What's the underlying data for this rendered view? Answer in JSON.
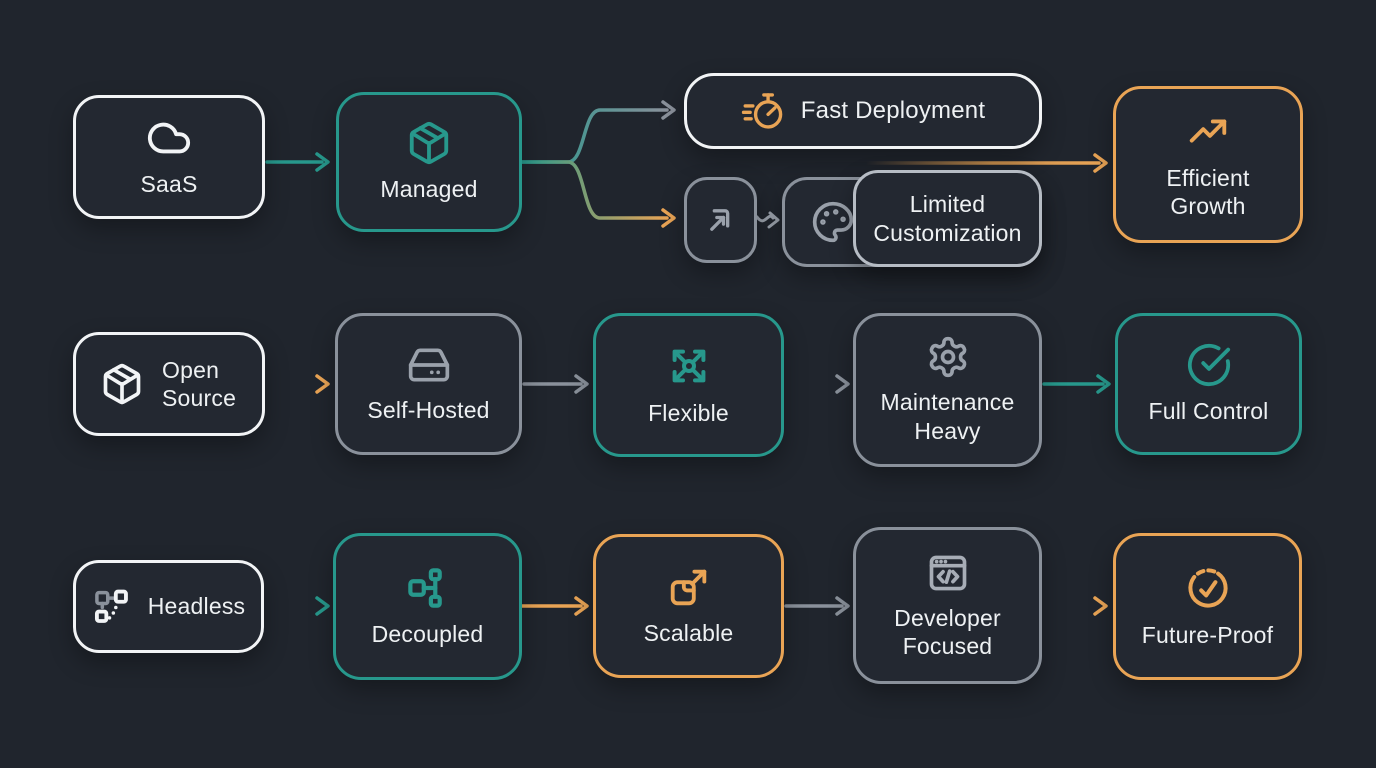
{
  "colors": {
    "background": "#20252d",
    "teal": "#27988c",
    "orange": "#e9a455",
    "gray": "#8a919b",
    "white": "#f2f4f6",
    "text": "#eef1f3"
  },
  "nodes": {
    "saas": {
      "label": "SaaS",
      "icon": "cloud-icon",
      "border": "white"
    },
    "managed": {
      "label": "Managed",
      "icon": "package-icon",
      "border": "teal"
    },
    "fast_deployment": {
      "label": "Fast Deployment",
      "icon": "stopwatch-icon",
      "border": "white"
    },
    "redirect": {
      "label": "",
      "icon": "arrow-merge-icon",
      "border": "gray"
    },
    "limited_customization": {
      "label": "Limited Customization",
      "icon": "palette-icon",
      "border": "gray"
    },
    "efficient_growth": {
      "label": "Efficient Growth",
      "icon": "trending-up-icon",
      "border": "orange"
    },
    "open_source": {
      "label": "Open Source",
      "icon": "package-icon",
      "border": "white"
    },
    "self_hosted": {
      "label": "Self-Hosted",
      "icon": "hard-drive-icon",
      "border": "gray"
    },
    "flexible": {
      "label": "Flexible",
      "icon": "expand-arrows-icon",
      "border": "teal"
    },
    "maintenance_heavy": {
      "label": "Maintenance Heavy",
      "icon": "gear-icon",
      "border": "gray"
    },
    "full_control": {
      "label": "Full Control",
      "icon": "check-circle-icon",
      "border": "teal"
    },
    "headless": {
      "label": "Headless",
      "icon": "disconnected-nodes-icon",
      "border": "white"
    },
    "decoupled": {
      "label": "Decoupled",
      "icon": "branch-nodes-icon",
      "border": "teal"
    },
    "scalable": {
      "label": "Scalable",
      "icon": "scale-up-icon",
      "border": "orange"
    },
    "developer_focused": {
      "label": "Developer Focused",
      "icon": "code-window-icon",
      "border": "gray"
    },
    "future_proof": {
      "label": "Future-Proof",
      "icon": "dashed-check-icon",
      "border": "orange"
    }
  },
  "connections": [
    {
      "from": "saas",
      "to": "managed",
      "color": "teal"
    },
    {
      "from": "managed",
      "to": "fast_deployment",
      "color": "teal-to-gray"
    },
    {
      "from": "managed",
      "to": "redirect",
      "color": "teal-to-orange"
    },
    {
      "from": "redirect",
      "to": "limited_customization",
      "color": "gray"
    },
    {
      "from": "fast_deployment",
      "to": "efficient_growth",
      "color": "orange-fade"
    },
    {
      "from": "open_source",
      "to": "self_hosted",
      "color": "orange"
    },
    {
      "from": "self_hosted",
      "to": "flexible",
      "color": "gray"
    },
    {
      "from": "flexible",
      "to": "maintenance_heavy",
      "color": "teal-to-gray"
    },
    {
      "from": "maintenance_heavy",
      "to": "full_control",
      "color": "teal"
    },
    {
      "from": "headless",
      "to": "decoupled",
      "color": "gray-to-teal"
    },
    {
      "from": "decoupled",
      "to": "scalable",
      "color": "orange"
    },
    {
      "from": "scalable",
      "to": "developer_focused",
      "color": "gray"
    },
    {
      "from": "developer_focused",
      "to": "future_proof",
      "color": "gray-to-orange"
    }
  ]
}
